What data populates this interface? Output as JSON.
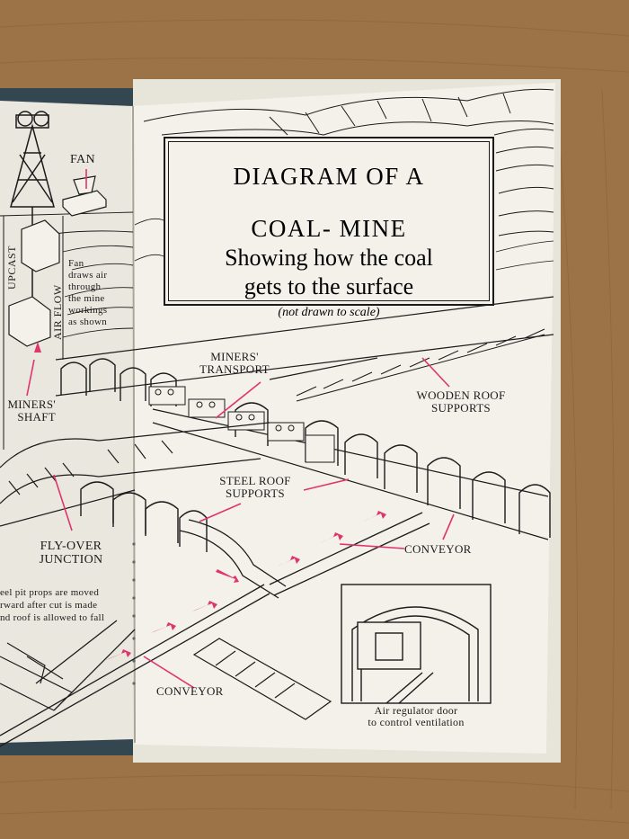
{
  "title": {
    "line1": "DIAGRAM OF A",
    "line2": "COAL- MINE",
    "subtitle_line1": "Showing how the coal",
    "subtitle_line2": "gets to the surface",
    "note": "(not drawn to scale)"
  },
  "labels": {
    "fan": "FAN",
    "upcast": "UPCAST",
    "air_flow": "AIR FLOW",
    "fan_note": [
      "Fan",
      "draws air",
      "through",
      "the mine",
      "workings",
      "as shown"
    ],
    "miners_shaft": [
      "MINERS'",
      "SHAFT"
    ],
    "miners_transport": [
      "MINERS'",
      "TRANSPORT"
    ],
    "wooden_roof_supports": [
      "WOODEN ROOF",
      "SUPPORTS"
    ],
    "steel_roof_supports": [
      "STEEL ROOF",
      "SUPPORTS"
    ],
    "fly_over_junction": [
      "FLY-OVER",
      "JUNCTION"
    ],
    "conveyor_right": "CONVEYOR",
    "conveyor_bottom": "CONVEYOR",
    "pit_props_note": [
      "eel pit props are moved",
      "rward after cut is made",
      "nd roof is allowed to fall"
    ],
    "air_regulator": [
      "Air regulator door",
      "to control ventilation"
    ]
  },
  "colors": {
    "table": "#9c7346",
    "page": "#f3f1ea",
    "ink": "#1b1b1b",
    "arrow": "#e0346c",
    "cover": "#34464f"
  }
}
